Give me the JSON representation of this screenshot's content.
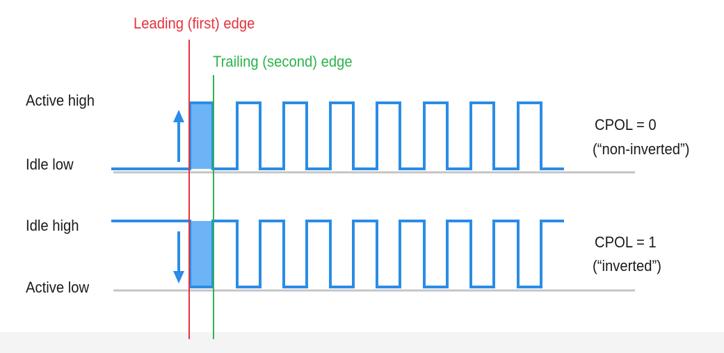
{
  "edges": {
    "leading_label": "Leading (first) edge",
    "trailing_label": "Trailing (second) edge",
    "leading_color": "#e5323b",
    "trailing_color": "#2db34a"
  },
  "levels": {
    "active_high": "Active high",
    "idle_low": "Idle low",
    "idle_high": "Idle high",
    "active_low": "Active low"
  },
  "modes": {
    "cpol0": {
      "label": "CPOL = 0",
      "note": "(“non-inverted”)"
    },
    "cpol1": {
      "label": "CPOL = 1",
      "note": "(“inverted”)"
    }
  },
  "colors": {
    "signal": "#2b8ce6",
    "highlight": "#6cb4f5",
    "baseline": "#c4c4c4"
  },
  "icons": [
    "up-arrow-icon",
    "down-arrow-icon"
  ]
}
